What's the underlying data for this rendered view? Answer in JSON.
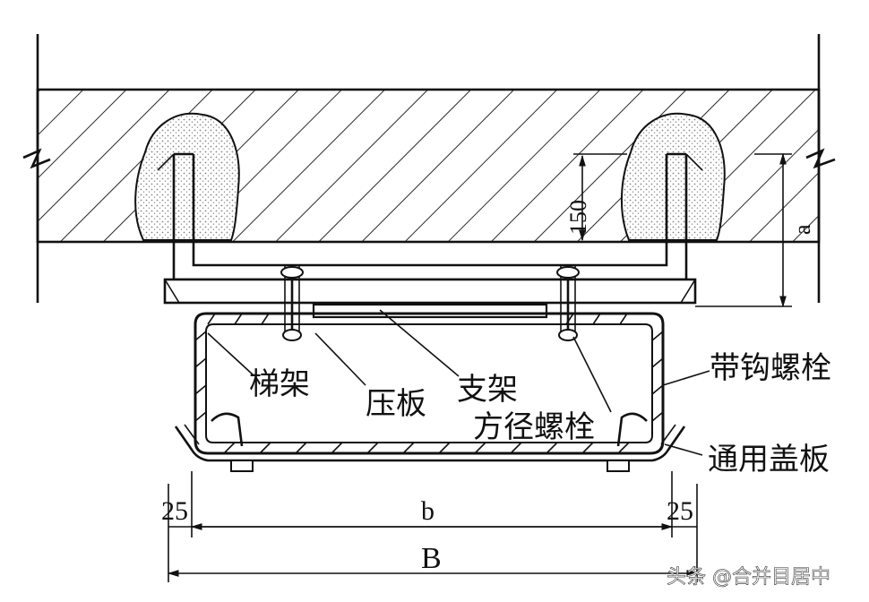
{
  "labels": {
    "ladder_tray": "梯架",
    "pressure_plate": "压板",
    "bracket": "支架",
    "square_neck_bolt": "方径螺栓",
    "hook_bolt": "带钩螺栓",
    "universal_cover": "通用盖板"
  },
  "dimensions": {
    "embed_depth": "150",
    "a": "a",
    "left_edge": "25",
    "right_edge": "25",
    "inner_width": "b",
    "outer_width": "B"
  },
  "watermark": "头条 @合并目居中",
  "colors": {
    "line": "#111111",
    "grout_fill": "#ffffff",
    "background": "#ffffff"
  }
}
